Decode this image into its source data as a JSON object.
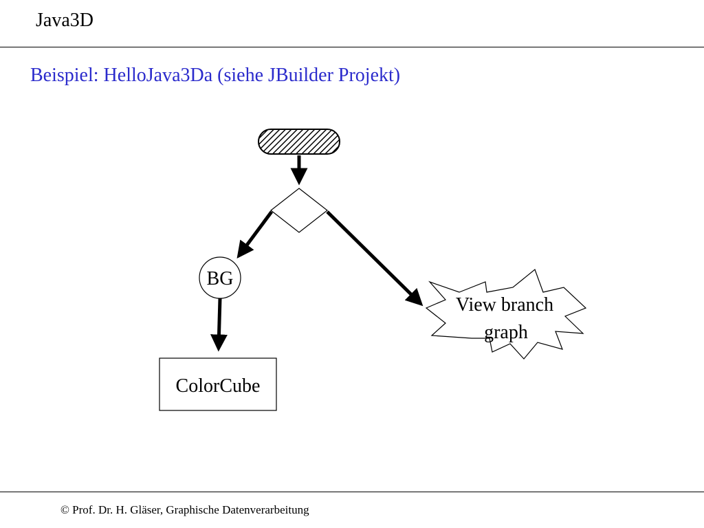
{
  "header": {
    "title": "Java3D"
  },
  "slide": {
    "heading": "Beispiel: HelloJava3Da (siehe JBuilder Projekt)",
    "heading_color": "#2b2bcc"
  },
  "diagram": {
    "nodes": {
      "bg_label": "BG",
      "colorcube_label": "ColorCube",
      "view_branch_line1": "View branch",
      "view_branch_line2": "graph"
    },
    "icons": {
      "root": "virtual-universe-icon",
      "locale": "locale-diamond-icon"
    }
  },
  "footer": {
    "text": "© Prof. Dr. H. Gläser, Graphische Datenverarbeitung"
  }
}
